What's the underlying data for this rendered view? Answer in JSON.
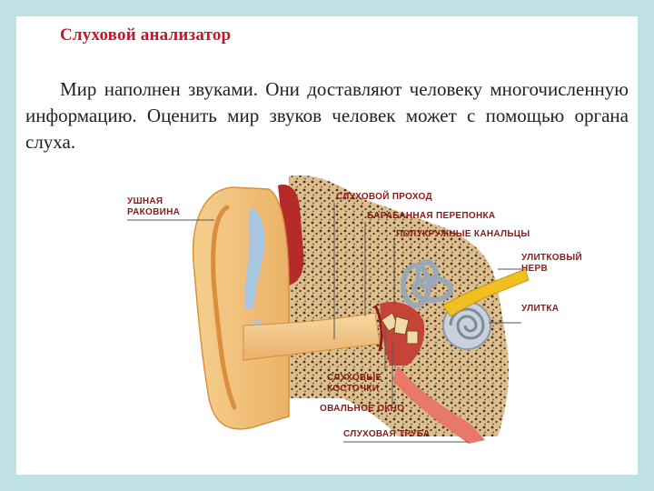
{
  "slide": {
    "title": "Слуховой анализатор",
    "paragraph": "Мир наполнен звуками. Они доставляют человеку многочисленную информацию. Оценить мир звуков человек может с помощью органа слуха."
  },
  "diagram": {
    "labels": {
      "auricle_line1": "УШНАЯ",
      "auricle_line2": "РАКОВИНА",
      "ear_canal": "СЛУХОВОЙ ПРОХОД",
      "eardrum": "БАРАБАННАЯ ПЕРЕПОНКА",
      "semicircular_canals": "ПОЛУКРУЖНЫЕ КАНАЛЬЦЫ",
      "cochlear_nerve_line1": "УЛИТКОВЫЙ",
      "cochlear_nerve_line2": "НЕРВ",
      "cochlea": "УЛИТКА",
      "ossicles_line1": "СЛУХОВЫЕ",
      "ossicles_line2": "КОСТОЧКИ",
      "oval_window": "ОВАЛЬНОЕ ОКНО",
      "eustachian_tube": "СЛУХОВАЯ ТРУБА"
    },
    "colors": {
      "skin": "#f3c47a",
      "skin_dark": "#e39a3f",
      "bone": "#d9b98a",
      "bone_pores": "#5a3a1f",
      "cartilage": "#a9c6e0",
      "red_tissue": "#b52a2a",
      "tube": "#e8786a",
      "nerve": "#f0c020",
      "label": "#8b1a1a"
    }
  }
}
